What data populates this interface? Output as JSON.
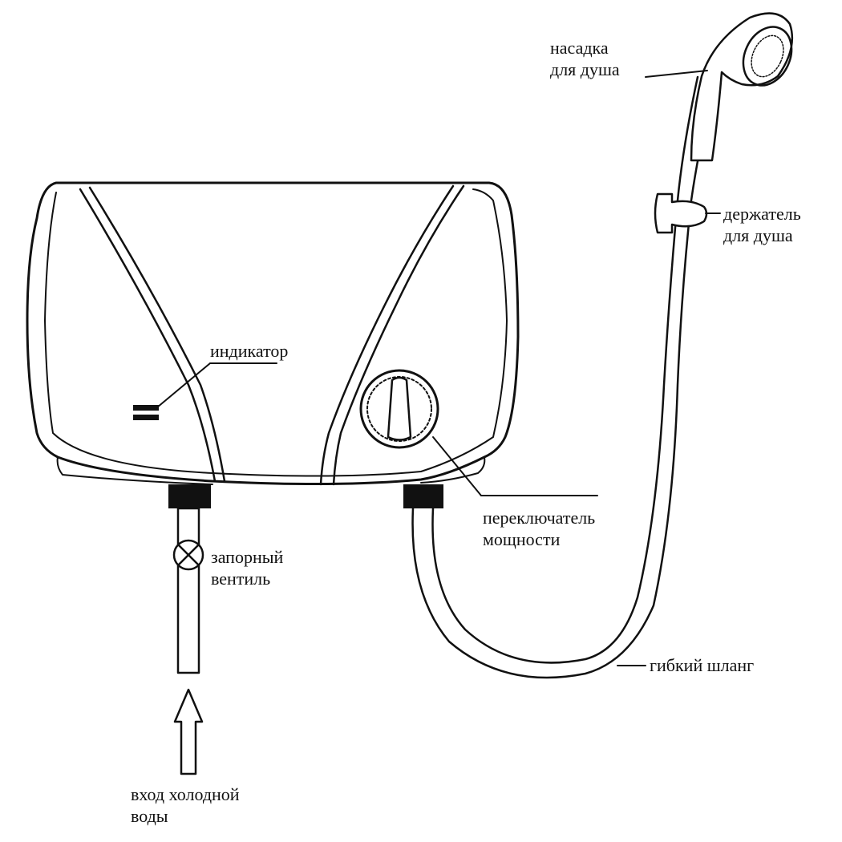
{
  "labels": {
    "shower_head": {
      "line1": "насадка",
      "line2": "для душа"
    },
    "shower_holder": {
      "line1": "держатель",
      "line2": "для душа"
    },
    "indicator": "индикатор",
    "power_switch": {
      "line1": "переключатель",
      "line2": "мощности"
    },
    "shutoff_valve": {
      "line1": "запорный",
      "line2": "вентиль"
    },
    "flexible_hose": "гибкий шланг",
    "cold_water_inlet": {
      "line1": "вход холодной",
      "line2": "воды"
    }
  },
  "colors": {
    "stroke": "#111111",
    "background": "#ffffff"
  }
}
